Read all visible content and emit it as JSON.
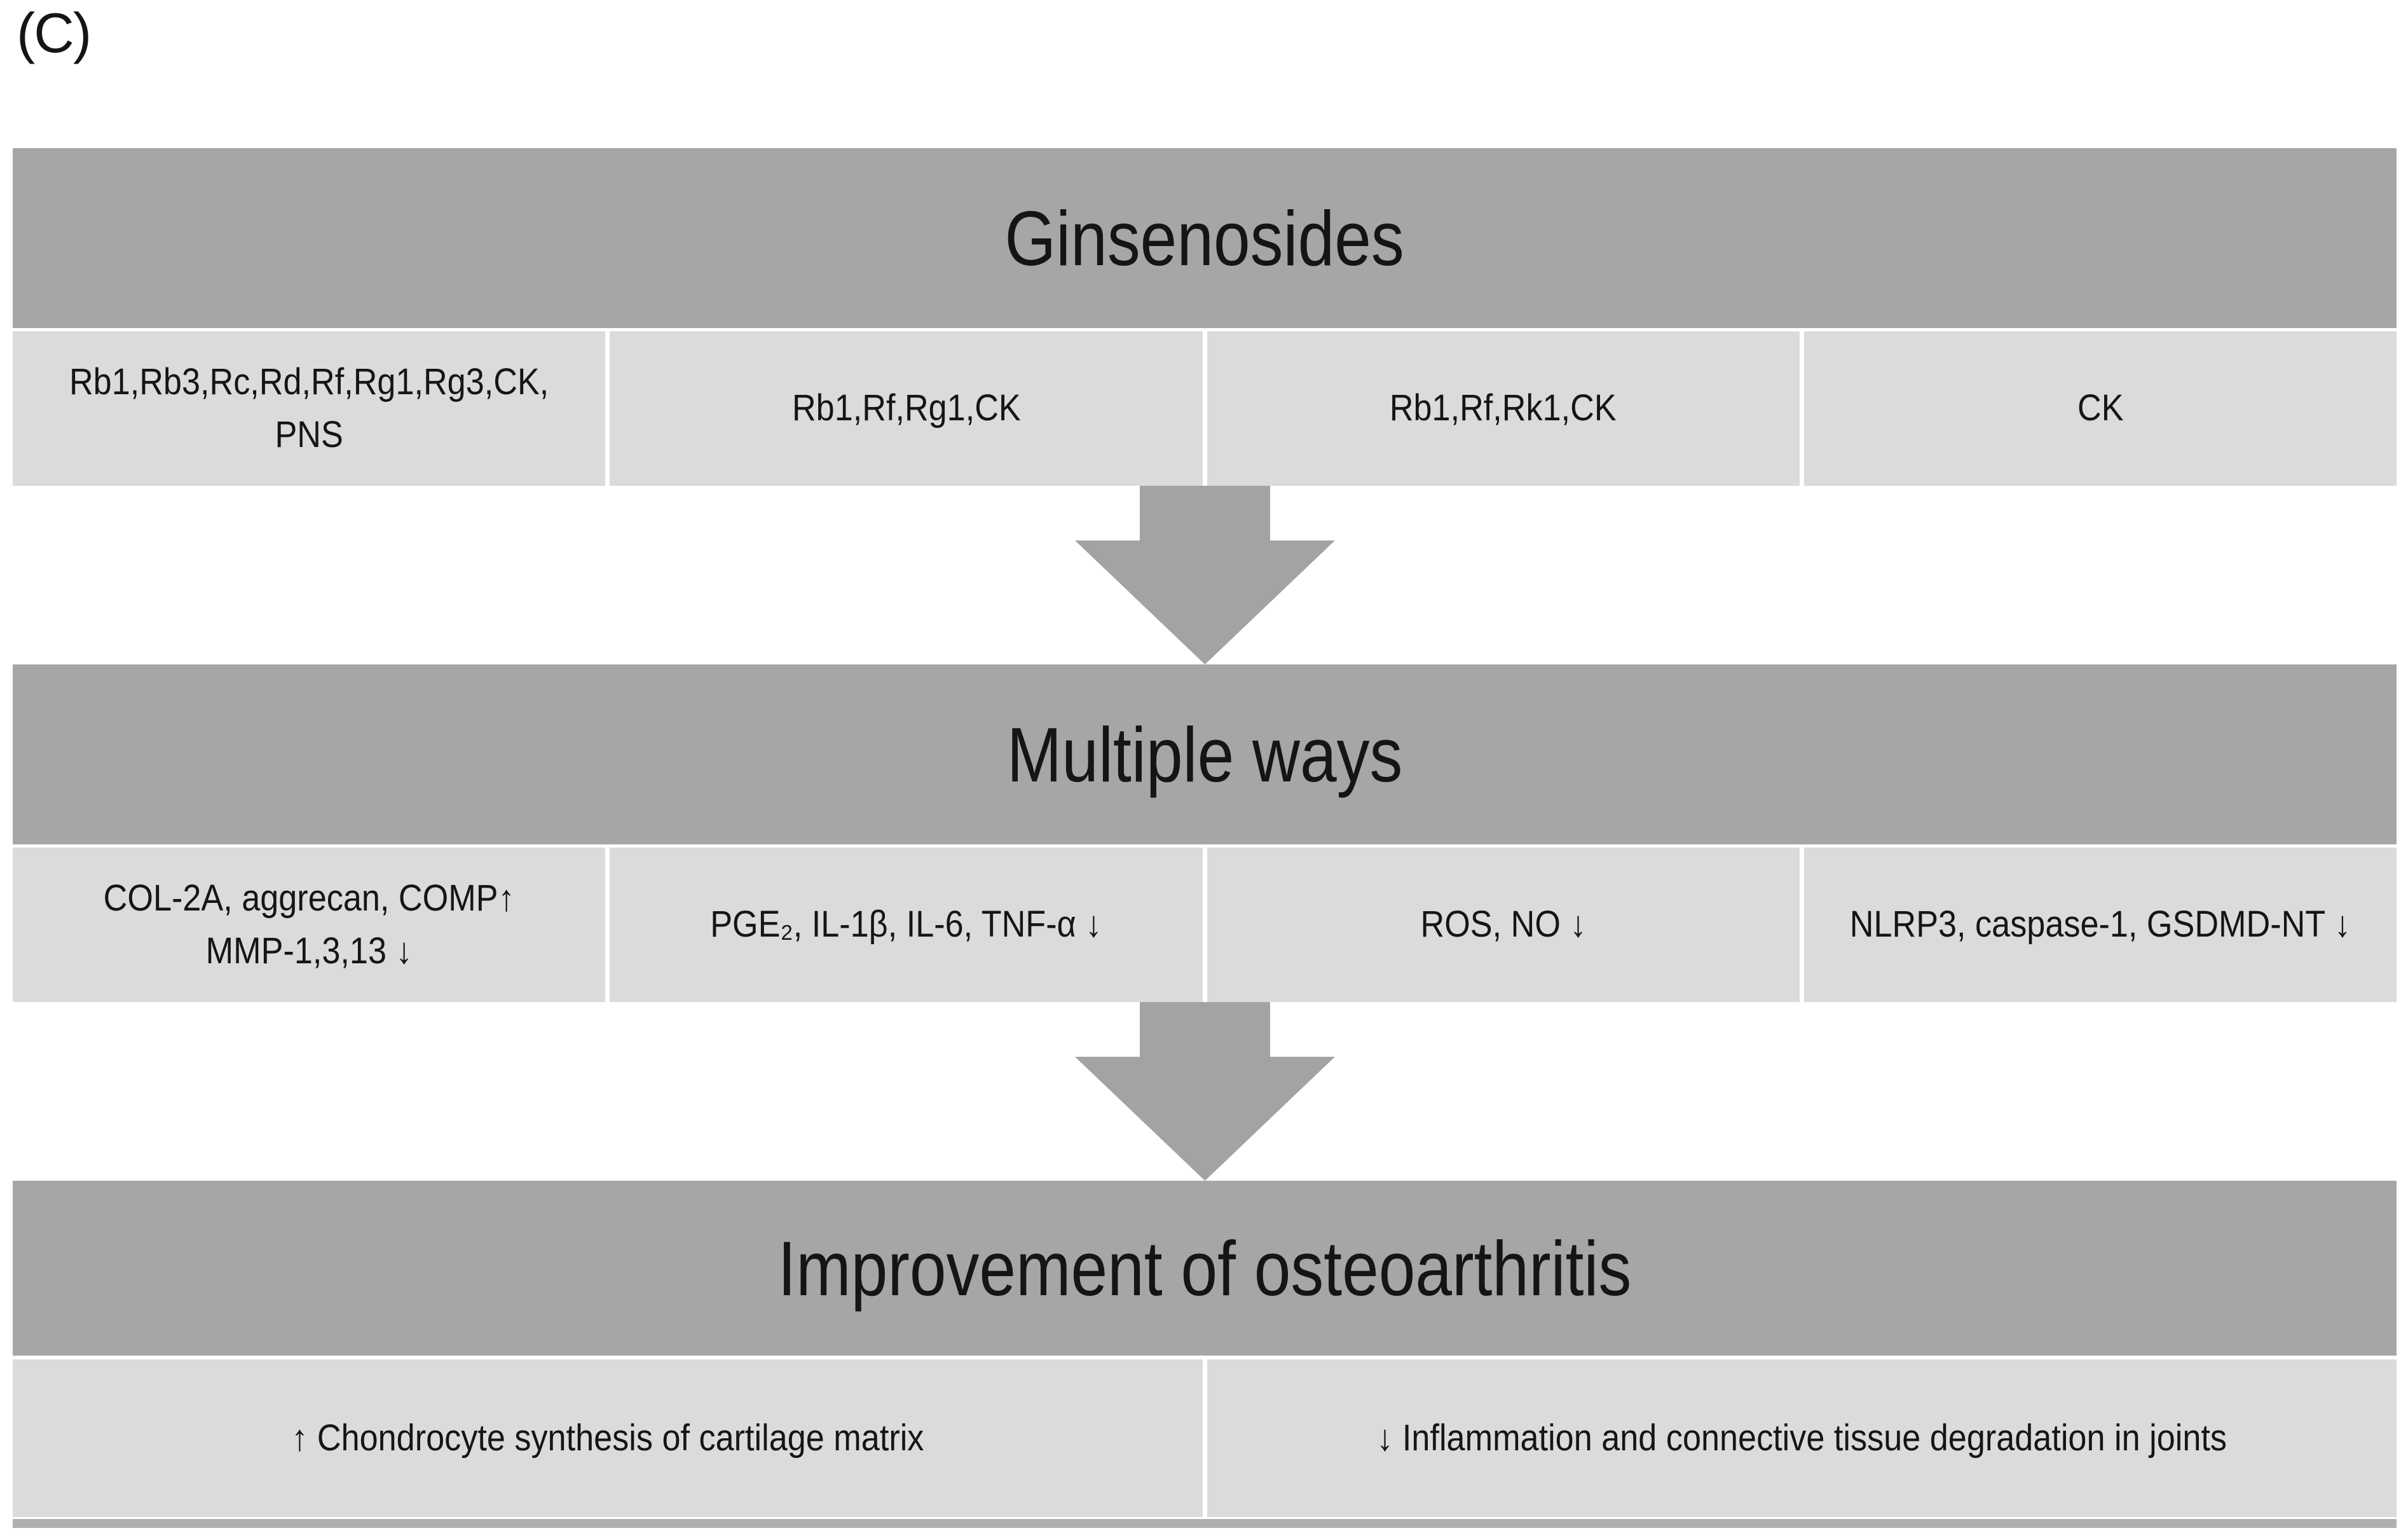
{
  "figure_label": "(C)",
  "colors": {
    "header_bg": "#a6a6a6",
    "cell_bg": "#dbdbdb",
    "arrow": "#a3a3a3",
    "text": "#151515",
    "bottom_strip": "#b0b0b0"
  },
  "sections": [
    {
      "title": "Ginsenosides",
      "cells": [
        "Rb1,Rb3,Rc,Rd,Rf,Rg1,Rg3,CK, PNS",
        "Rb1,Rf,Rg1,CK",
        "Rb1,Rf,Rk1,CK",
        "CK"
      ]
    },
    {
      "title": "Multiple ways",
      "cells": [
        "COL-2A, aggrecan, COMP↑ MMP-1,3,13 ↓",
        "PGE₂, IL-1β, IL-6, TNF-α ↓",
        "ROS, NO ↓",
        "NLRP3, caspase-1, GSDMD-NT ↓"
      ]
    },
    {
      "title": "Improvement of osteoarthritis",
      "cells": [
        "↑ Chondrocyte synthesis of cartilage matrix",
        "↓ Inflammation and connective tissue degradation in joints"
      ]
    }
  ]
}
